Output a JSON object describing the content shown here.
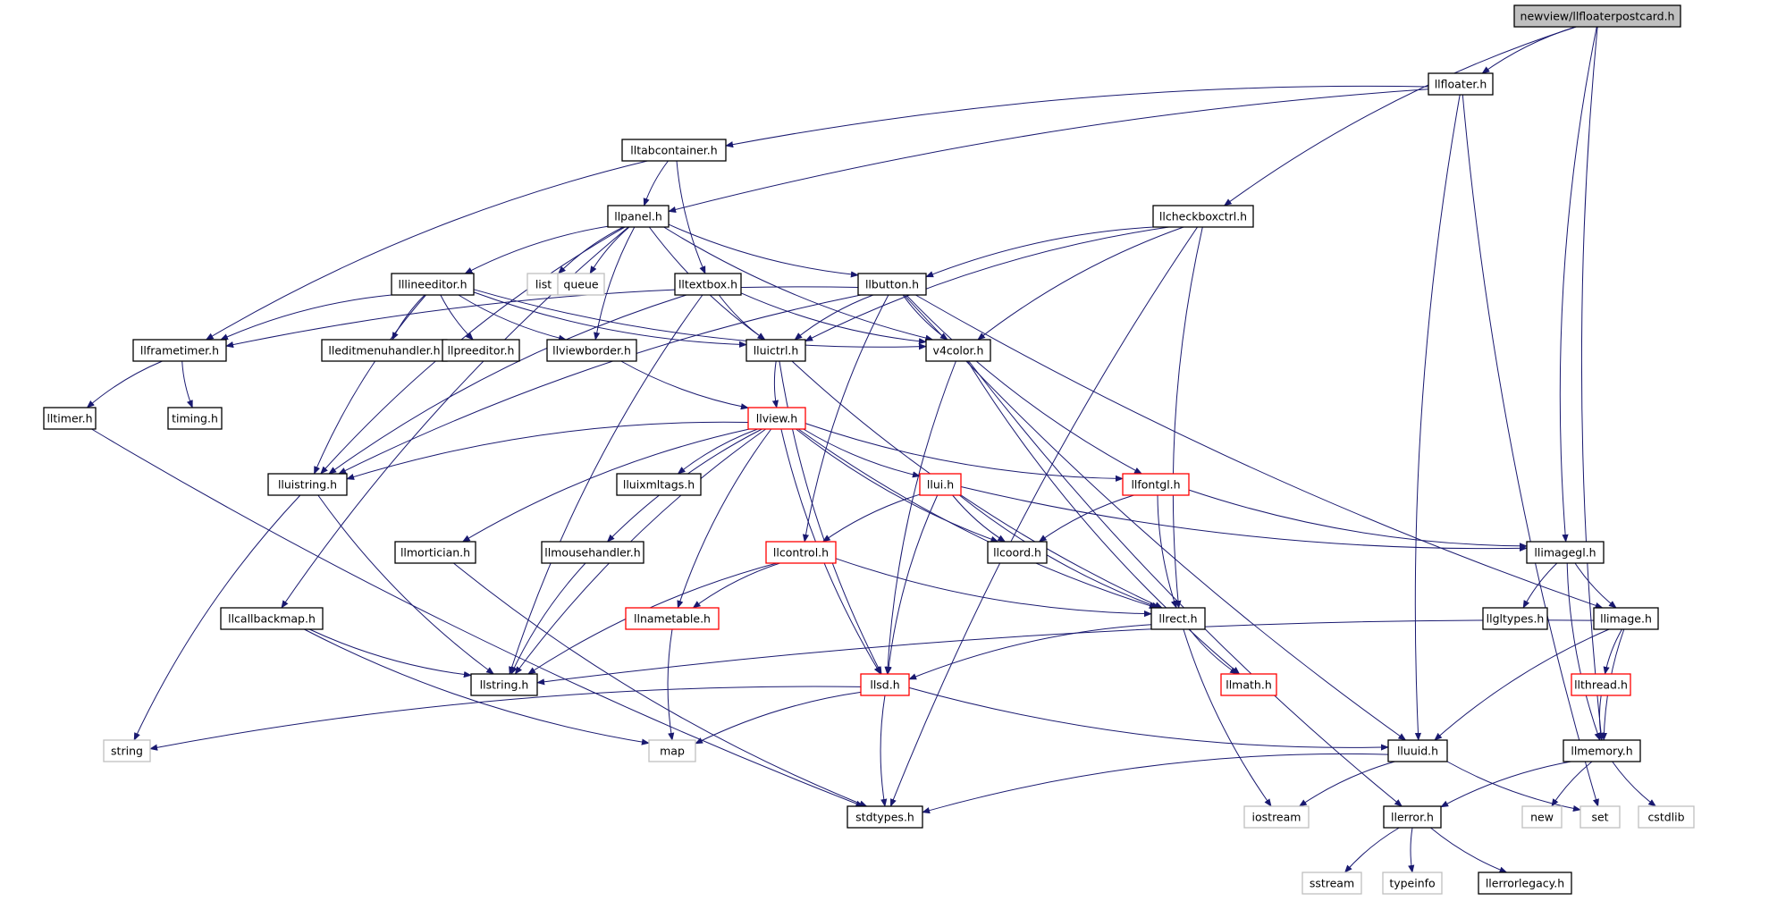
{
  "colors": {
    "edge": "#191970",
    "arrow": "#191970",
    "node_border_black": "#000000",
    "node_border_red": "#ff0000",
    "node_border_gray": "#bfbfbf",
    "root_fill": "#bfbfbf",
    "node_fill": "#ffffff"
  },
  "nodes": [
    {
      "id": "root",
      "label": "newview/llfloaterpostcard.h",
      "style": "root"
    },
    {
      "id": "llfloater",
      "label": "llfloater.h",
      "style": "black"
    },
    {
      "id": "lltabcontainer",
      "label": "lltabcontainer.h",
      "style": "black"
    },
    {
      "id": "llpanel",
      "label": "llpanel.h",
      "style": "black"
    },
    {
      "id": "llcheckboxctrl",
      "label": "llcheckboxctrl.h",
      "style": "black"
    },
    {
      "id": "lllineeditor",
      "label": "lllineeditor.h",
      "style": "black"
    },
    {
      "id": "list",
      "label": "list",
      "style": "gray"
    },
    {
      "id": "queue",
      "label": "queue",
      "style": "gray"
    },
    {
      "id": "lltextbox",
      "label": "lltextbox.h",
      "style": "black"
    },
    {
      "id": "llbutton",
      "label": "llbutton.h",
      "style": "black"
    },
    {
      "id": "llframetimer",
      "label": "llframetimer.h",
      "style": "black"
    },
    {
      "id": "lleditmenuhandler",
      "label": "lleditmenuhandler.h",
      "style": "black"
    },
    {
      "id": "llpreeditor",
      "label": "llpreeditor.h",
      "style": "black"
    },
    {
      "id": "llviewborder",
      "label": "llviewborder.h",
      "style": "black"
    },
    {
      "id": "lluictrl",
      "label": "lluictrl.h",
      "style": "black"
    },
    {
      "id": "v4color",
      "label": "v4color.h",
      "style": "black"
    },
    {
      "id": "lltimer",
      "label": "lltimer.h",
      "style": "black"
    },
    {
      "id": "timing",
      "label": "timing.h",
      "style": "black"
    },
    {
      "id": "llview",
      "label": "llview.h",
      "style": "red"
    },
    {
      "id": "lluistring",
      "label": "lluistring.h",
      "style": "black"
    },
    {
      "id": "lluixmltags",
      "label": "lluixmltags.h",
      "style": "black"
    },
    {
      "id": "llui",
      "label": "llui.h",
      "style": "red"
    },
    {
      "id": "llfontgl",
      "label": "llfontgl.h",
      "style": "red"
    },
    {
      "id": "llmortician",
      "label": "llmortician.h",
      "style": "black"
    },
    {
      "id": "llmousehandler",
      "label": "llmousehandler.h",
      "style": "black"
    },
    {
      "id": "llcontrol",
      "label": "llcontrol.h",
      "style": "red"
    },
    {
      "id": "llcoord",
      "label": "llcoord.h",
      "style": "black"
    },
    {
      "id": "llimagegl",
      "label": "llimagegl.h",
      "style": "black"
    },
    {
      "id": "llcallbackmap",
      "label": "llcallbackmap.h",
      "style": "black"
    },
    {
      "id": "llnametable",
      "label": "llnametable.h",
      "style": "red"
    },
    {
      "id": "llrect",
      "label": "llrect.h",
      "style": "black"
    },
    {
      "id": "llgltypes",
      "label": "llgltypes.h",
      "style": "black"
    },
    {
      "id": "llimage",
      "label": "llimage.h",
      "style": "black"
    },
    {
      "id": "llstring",
      "label": "llstring.h",
      "style": "black"
    },
    {
      "id": "llsd",
      "label": "llsd.h",
      "style": "red"
    },
    {
      "id": "llmath",
      "label": "llmath.h",
      "style": "red"
    },
    {
      "id": "llthread",
      "label": "llthread.h",
      "style": "red"
    },
    {
      "id": "string",
      "label": "string",
      "style": "gray"
    },
    {
      "id": "map",
      "label": "map",
      "style": "gray"
    },
    {
      "id": "lluuid",
      "label": "lluuid.h",
      "style": "black"
    },
    {
      "id": "llmemory",
      "label": "llmemory.h",
      "style": "black"
    },
    {
      "id": "stdtypes",
      "label": "stdtypes.h",
      "style": "black"
    },
    {
      "id": "iostream",
      "label": "iostream",
      "style": "gray"
    },
    {
      "id": "llerror",
      "label": "llerror.h",
      "style": "black"
    },
    {
      "id": "new",
      "label": "new",
      "style": "gray"
    },
    {
      "id": "set",
      "label": "set",
      "style": "gray"
    },
    {
      "id": "cstdlib",
      "label": "cstdlib",
      "style": "gray"
    },
    {
      "id": "sstream",
      "label": "sstream",
      "style": "gray"
    },
    {
      "id": "typeinfo",
      "label": "typeinfo",
      "style": "gray"
    },
    {
      "id": "llerrorlegacy",
      "label": "llerrorlegacy.h",
      "style": "black"
    }
  ],
  "edges": [
    [
      "root",
      "llfloater"
    ],
    [
      "root",
      "llcheckboxctrl"
    ],
    [
      "root",
      "llimagegl"
    ],
    [
      "root",
      "llmemory"
    ],
    [
      "llfloater",
      "lltabcontainer"
    ],
    [
      "llfloater",
      "llpanel"
    ],
    [
      "llfloater",
      "lluuid"
    ],
    [
      "llfloater",
      "set"
    ],
    [
      "lltabcontainer",
      "llpanel"
    ],
    [
      "lltabcontainer",
      "lltextbox"
    ],
    [
      "lltabcontainer",
      "llframetimer"
    ],
    [
      "llpanel",
      "lllineeditor"
    ],
    [
      "llpanel",
      "list"
    ],
    [
      "llpanel",
      "queue"
    ],
    [
      "llpanel",
      "llbutton"
    ],
    [
      "llpanel",
      "lluictrl"
    ],
    [
      "llpanel",
      "v4color"
    ],
    [
      "llpanel",
      "llviewborder"
    ],
    [
      "llpanel",
      "lluistring"
    ],
    [
      "llpanel",
      "llcallbackmap"
    ],
    [
      "llcheckboxctrl",
      "llbutton"
    ],
    [
      "llcheckboxctrl",
      "v4color"
    ],
    [
      "llcheckboxctrl",
      "lluictrl"
    ],
    [
      "llcheckboxctrl",
      "llrect"
    ],
    [
      "llcheckboxctrl",
      "stdtypes"
    ],
    [
      "lllineeditor",
      "llframetimer"
    ],
    [
      "lllineeditor",
      "lleditmenuhandler"
    ],
    [
      "lllineeditor",
      "llpreeditor"
    ],
    [
      "lllineeditor",
      "llviewborder"
    ],
    [
      "lllineeditor",
      "lluictrl"
    ],
    [
      "lllineeditor",
      "v4color"
    ],
    [
      "lllineeditor",
      "lluistring"
    ],
    [
      "lltextbox",
      "lluictrl"
    ],
    [
      "lltextbox",
      "v4color"
    ],
    [
      "lltextbox",
      "lluistring"
    ],
    [
      "lltextbox",
      "llstring"
    ],
    [
      "llbutton",
      "lluictrl"
    ],
    [
      "llbutton",
      "v4color"
    ],
    [
      "llbutton",
      "llframetimer"
    ],
    [
      "llbutton",
      "llfontgl"
    ],
    [
      "llbutton",
      "llimage"
    ],
    [
      "llbutton",
      "lluuid"
    ],
    [
      "llbutton",
      "llcontrol"
    ],
    [
      "llbutton",
      "lluistring"
    ],
    [
      "llframetimer",
      "lltimer"
    ],
    [
      "llframetimer",
      "timing"
    ],
    [
      "llviewborder",
      "llview"
    ],
    [
      "lluictrl",
      "llview"
    ],
    [
      "lluictrl",
      "llrect"
    ],
    [
      "lluictrl",
      "llsd"
    ],
    [
      "v4color",
      "llsd"
    ],
    [
      "v4color",
      "llmath"
    ],
    [
      "v4color",
      "llerror"
    ],
    [
      "lltimer",
      "stdtypes"
    ],
    [
      "llview",
      "lluistring"
    ],
    [
      "llview",
      "lluixmltags"
    ],
    [
      "llview",
      "llui"
    ],
    [
      "llview",
      "llfontgl"
    ],
    [
      "llview",
      "llmortician"
    ],
    [
      "llview",
      "llmousehandler"
    ],
    [
      "llview",
      "llnametable"
    ],
    [
      "llview",
      "llcoord"
    ],
    [
      "llview",
      "llrect"
    ],
    [
      "llview",
      "llsd"
    ],
    [
      "llview",
      "llstring"
    ],
    [
      "lluistring",
      "llstring"
    ],
    [
      "lluistring",
      "string"
    ],
    [
      "llui",
      "llcontrol"
    ],
    [
      "llui",
      "llcoord"
    ],
    [
      "llui",
      "llimagegl"
    ],
    [
      "llui",
      "llrect"
    ],
    [
      "llui",
      "llsd"
    ],
    [
      "llfontgl",
      "llcoord"
    ],
    [
      "llfontgl",
      "llimagegl"
    ],
    [
      "llfontgl",
      "llrect"
    ],
    [
      "llmortician",
      "stdtypes"
    ],
    [
      "llmousehandler",
      "llstring"
    ],
    [
      "llcontrol",
      "llnametable"
    ],
    [
      "llcontrol",
      "llrect"
    ],
    [
      "llcontrol",
      "llstring"
    ],
    [
      "llimagegl",
      "llgltypes"
    ],
    [
      "llimagegl",
      "llimage"
    ],
    [
      "llimagegl",
      "llmemory"
    ],
    [
      "llcallbackmap",
      "llstring"
    ],
    [
      "llcallbackmap",
      "map"
    ],
    [
      "llnametable",
      "map"
    ],
    [
      "llrect",
      "llsd"
    ],
    [
      "llrect",
      "llmath"
    ],
    [
      "llrect",
      "iostream"
    ],
    [
      "llimage",
      "llstring"
    ],
    [
      "llimage",
      "llthread"
    ],
    [
      "llimage",
      "lluuid"
    ],
    [
      "llimage",
      "llmemory"
    ],
    [
      "llsd",
      "string"
    ],
    [
      "llsd",
      "map"
    ],
    [
      "llsd",
      "stdtypes"
    ],
    [
      "llsd",
      "lluuid"
    ],
    [
      "llthread",
      "llmemory"
    ],
    [
      "lluuid",
      "stdtypes"
    ],
    [
      "lluuid",
      "iostream"
    ],
    [
      "lluuid",
      "set"
    ],
    [
      "llmemory",
      "llerror"
    ],
    [
      "llmemory",
      "new"
    ],
    [
      "llmemory",
      "cstdlib"
    ],
    [
      "llerror",
      "sstream"
    ],
    [
      "llerror",
      "typeinfo"
    ],
    [
      "llerror",
      "llerrorlegacy"
    ]
  ]
}
